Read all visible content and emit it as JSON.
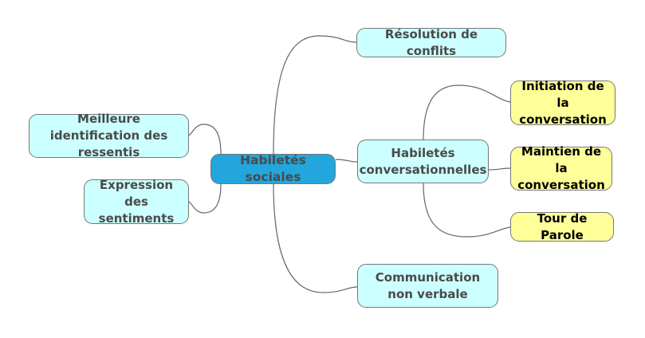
{
  "root": {
    "label": "Habiletés sociales"
  },
  "branches": {
    "resolution": "Résolution de conflits",
    "conversational": "Habiletés conversationnelles",
    "nonverbal": "Communication non verbale",
    "identification": "Meilleure identification des ressentis",
    "expression": "Expression des sentiments"
  },
  "sub_branches": {
    "initiation": "Initiation de la conversation",
    "maintien": "Maintien de la conversation",
    "tour": "Tour de Parole"
  },
  "colors": {
    "root": "#22a6db",
    "branch": "#ccffff",
    "leaf": "#ffff99",
    "line": "#666666"
  }
}
